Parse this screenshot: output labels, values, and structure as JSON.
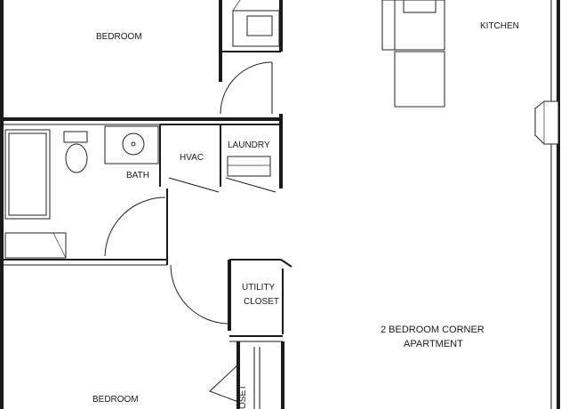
{
  "labels": {
    "bedroom_top": "BEDROOM",
    "kitchen": "KITCHEN",
    "bath": "BATH",
    "hvac": "HVAC",
    "laundry": "LAUNDRY",
    "utility_line1": "UTILITY",
    "utility_line2": "CLOSET",
    "apartment_line1": "2 BEDROOM CORNER",
    "apartment_line2": "APARTMENT",
    "bedroom_bottom": "BEDROOM",
    "closet_partial": "OSET"
  }
}
